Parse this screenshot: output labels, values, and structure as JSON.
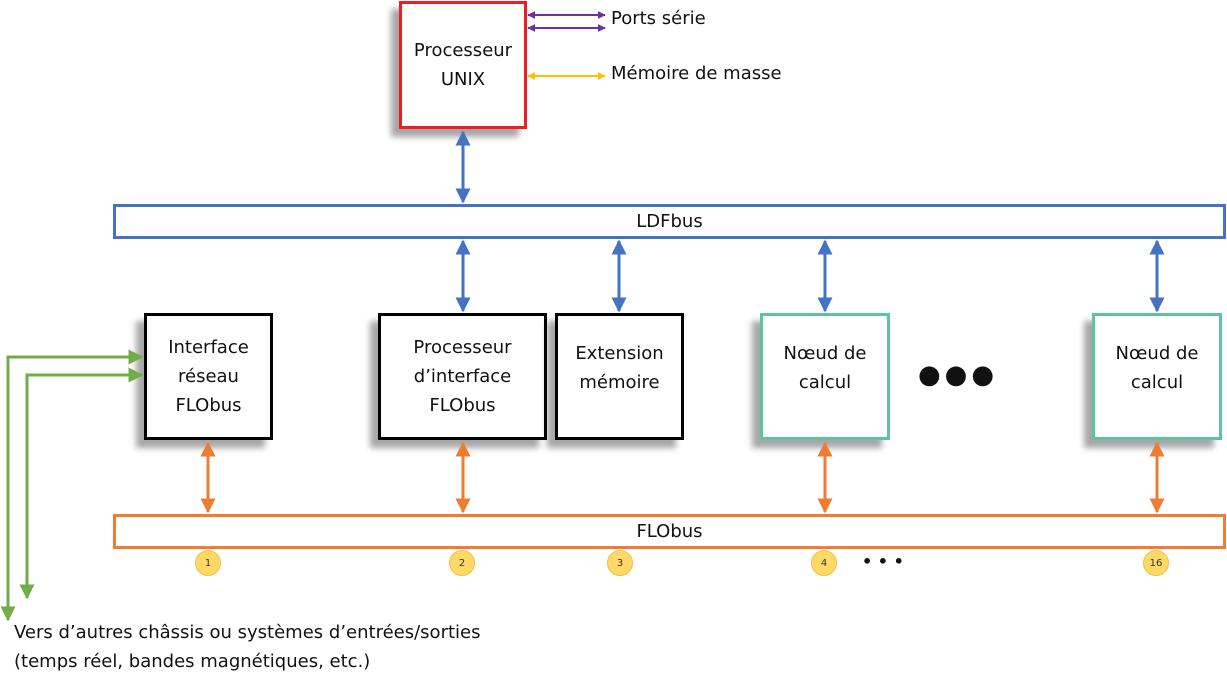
{
  "colors": {
    "ldfbus": "#4472c4",
    "flobus": "#ed7d31",
    "serial": "#7030a0",
    "storage": "#ffc000",
    "external": "#70ad47",
    "unix_border": "#ee1c24",
    "node_border": "#5fc3a0",
    "badge_fill": "#ffd966"
  },
  "unix": {
    "label": "Processeur\nUNIX"
  },
  "external_links": {
    "serial": "Ports série",
    "storage": "Mémoire de masse"
  },
  "buses": {
    "ldf": "LDFbus",
    "flo": "FLObus"
  },
  "modules": {
    "network_interface": "Interface\nréseau\nFLObus",
    "interface_processor": "Processeur\nd’interface\nFLObus",
    "memory_extension": "Extension\nmémoire",
    "compute_node_first": "Nœud de\ncalcul",
    "compute_node_last": "Nœud de\ncalcul"
  },
  "ellipsis_large": "●●●",
  "slots": [
    "1",
    "2",
    "3",
    "4",
    "16"
  ],
  "slots_ellipsis": "•  •  •",
  "footnote": "Vers d’autres châssis ou systèmes d’entrées/sorties\n(temps réel, bandes magnétiques, etc.)"
}
